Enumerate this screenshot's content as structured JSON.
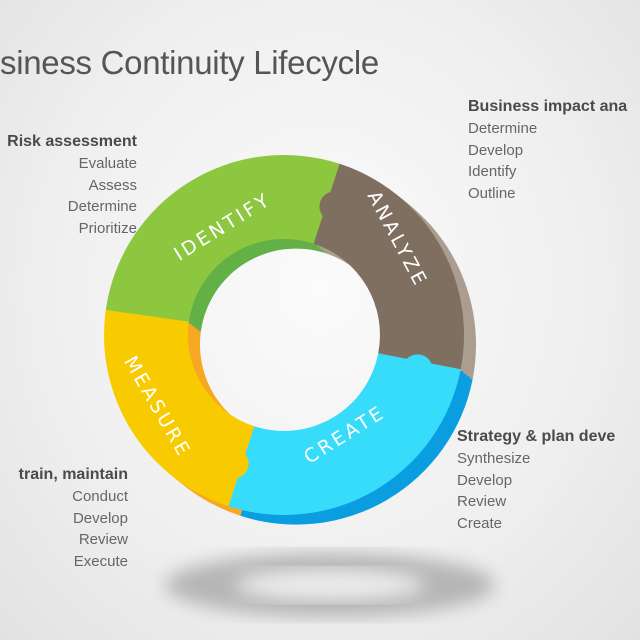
{
  "title": "siness Continuity Lifecycle",
  "segments": [
    {
      "label": "IDENTIFY",
      "color": "#8dc63f",
      "side_color": "#63b046"
    },
    {
      "label": "ANALYZE",
      "color": "#7f6f61",
      "side_color": "#ab9d8f"
    },
    {
      "label": "CREATE",
      "color": "#36dcfa",
      "side_color": "#0a9de0"
    },
    {
      "label": "MEASURE",
      "color": "#f8cb00",
      "side_color": "#f7a823"
    }
  ],
  "blocks": {
    "risk": {
      "heading": "Risk assessment",
      "items": [
        "Evaluate",
        "Assess",
        "Determine",
        "Prioritize"
      ]
    },
    "bia": {
      "heading": "Business impact ana",
      "items": [
        "Determine",
        "Develop",
        "Identify",
        "Outline"
      ]
    },
    "strategy": {
      "heading": "Strategy & plan deve",
      "items": [
        "Synthesize",
        "Develop",
        "Review",
        "Create"
      ]
    },
    "train": {
      "heading": "train, maintain",
      "items": [
        "Conduct",
        "Develop",
        "Review",
        "Execute"
      ]
    }
  }
}
